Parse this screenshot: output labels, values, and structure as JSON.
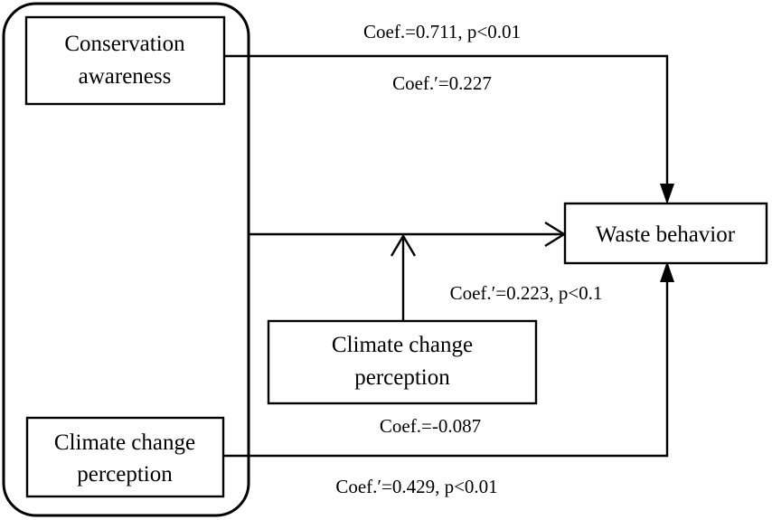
{
  "diagram": {
    "type": "path-model-diagram",
    "title": "",
    "background_color": "#ffffff",
    "line_color": "#000000",
    "nodes": [
      {
        "id": "conservation-awareness",
        "line1": "Conservation",
        "line2": "awareness",
        "role": "predictor"
      },
      {
        "id": "climate-change-perception-mediator",
        "line1": "Climate change",
        "line2": "perception",
        "role": "mediator"
      },
      {
        "id": "climate-change-perception-predictor",
        "line1": "Climate change",
        "line2": "perception",
        "role": "predictor"
      },
      {
        "id": "waste-behavior",
        "line1": "Waste behavior",
        "line2": "",
        "role": "outcome"
      }
    ],
    "edge_labels": {
      "top_primary": "Coef.=0.711, p<0.01",
      "top_secondary": "Coef.′=0.227",
      "middle": "Coef.′=0.223, p<0.1",
      "bottom_primary": "Coef.=-0.087",
      "bottom_secondary": "Coef.′=0.429, p<0.01"
    }
  }
}
